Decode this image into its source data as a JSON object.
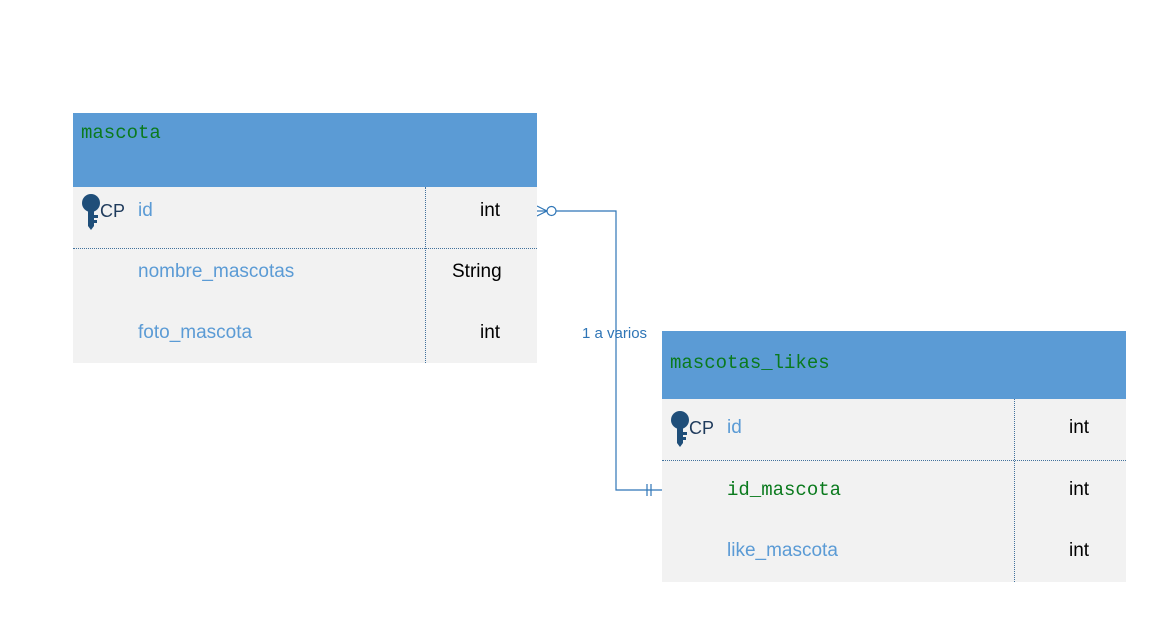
{
  "entities": {
    "mascota": {
      "name": "mascota",
      "fields": [
        {
          "pk_label": "CP",
          "name": "id",
          "type": "int"
        },
        {
          "pk_label": "",
          "name": "nombre_mascotas",
          "type": "String"
        },
        {
          "pk_label": "",
          "name": "foto_mascota",
          "type": "int"
        }
      ]
    },
    "mascotas_likes": {
      "name": "mascotas_likes",
      "fields": [
        {
          "pk_label": "CP",
          "name": "id",
          "type": "int"
        },
        {
          "pk_label": "",
          "name": "id_mascota",
          "type": "int"
        },
        {
          "pk_label": "",
          "name": "like_mascota",
          "type": "int"
        }
      ]
    }
  },
  "relationship": {
    "label": "1 a varios"
  },
  "colors": {
    "header": "#5b9bd5",
    "body": "#f2f2f2",
    "field_text": "#5b9bd5",
    "entity_title": "#0a7a1d",
    "connector": "#2e75b6"
  },
  "icons": {
    "primary_key": "key-icon"
  }
}
